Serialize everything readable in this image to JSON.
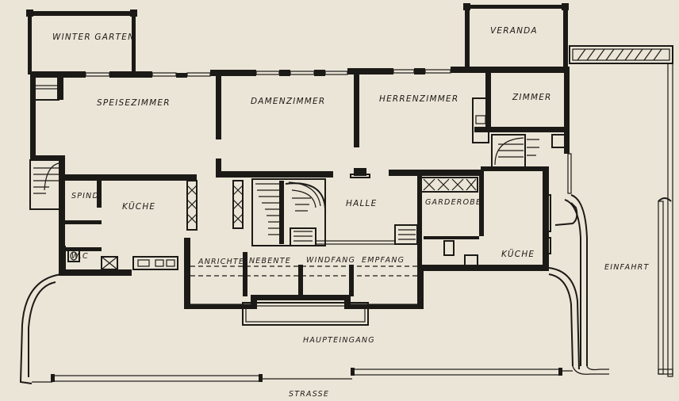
{
  "rooms": {
    "winter_garten": "WINTER GARTEN",
    "veranda": "VERANDA",
    "speisezimmer": "SPEISEZIMMER",
    "damenzimmer": "DAMENZIMMER",
    "herrenzimmer": "HERRENZIMMER",
    "zimmer": "ZIMMER",
    "spind": "SPIND",
    "kueche_left": "KÜCHE",
    "halle": "HALLE",
    "garderobe": "GARDEROBE",
    "wc": "W.C",
    "kueche_right": "KÜCHE",
    "anrichte": "ANRICHTE",
    "nebente": "NEBENTE",
    "windfang": "WINDFANG",
    "empfang": "EMPFANG",
    "einfahrt": "EINFAHRT"
  },
  "site": {
    "haupteingang": "HAUPTEINGANG",
    "strasse": "STRASSE"
  },
  "colors": {
    "paper": "#ebe5d7",
    "ink": "#1c1a17"
  }
}
